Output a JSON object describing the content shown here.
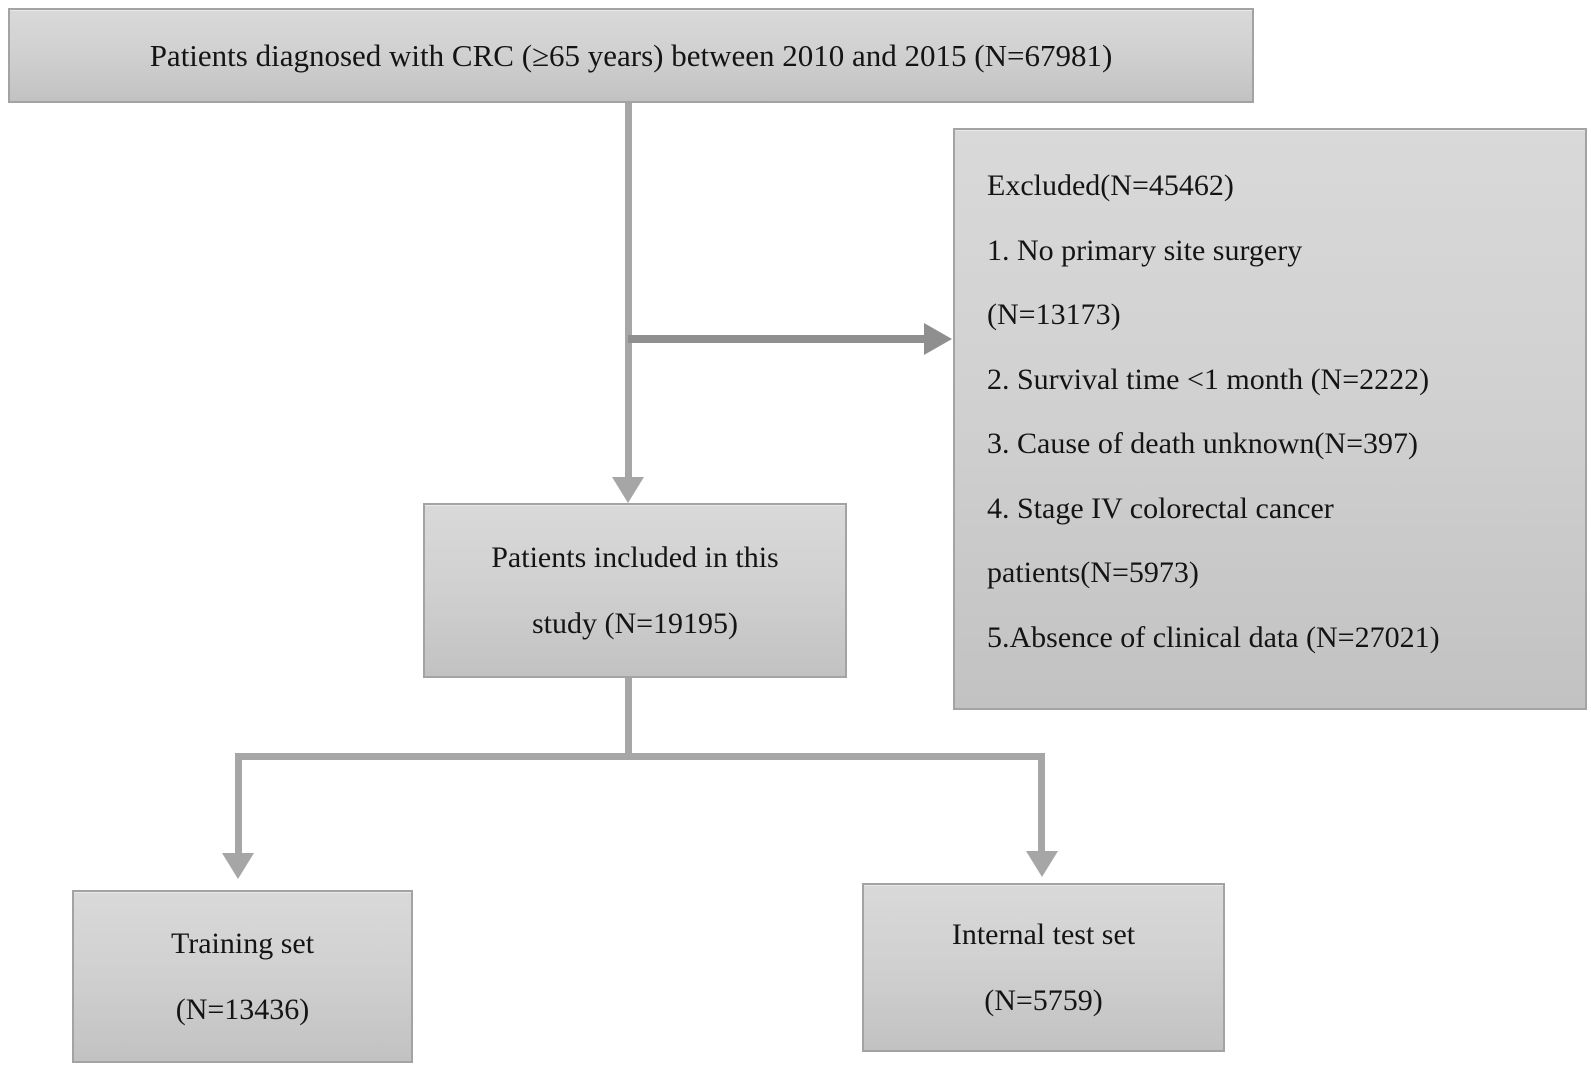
{
  "figure": {
    "kind": "patient-selection-flowchart",
    "background": "#ffffff",
    "box_fill_top": "#d9d9d9",
    "box_fill_bottom": "#c2c2c2",
    "box_border": "#a3a3a3",
    "connector_color": "#a6a6a6",
    "exclusion_arrow_color": "#8f8f8f",
    "text_color": "#141414"
  },
  "nodes": {
    "diagnosed": {
      "label": "Patients diagnosed with CRC (≥65 years) between 2010 and 2015 (N=67981)"
    },
    "excluded": {
      "lines": [
        "Excluded(N=45462)",
        "1. No primary site surgery",
        "(N=13173)",
        "2. Survival time <1 month (N=2222)",
        "3. Cause of death unknown(N=397)",
        "4. Stage IV colorectal cancer",
        "patients(N=5973)",
        "5.Absence of clinical data (N=27021)"
      ]
    },
    "included": {
      "line1": "Patients included in this",
      "line2": "study (N=19195)"
    },
    "training": {
      "line1": "Training set",
      "line2": "(N=13436)"
    },
    "internal_test": {
      "line1": "Internal test set",
      "line2": "(N=5759)"
    }
  }
}
